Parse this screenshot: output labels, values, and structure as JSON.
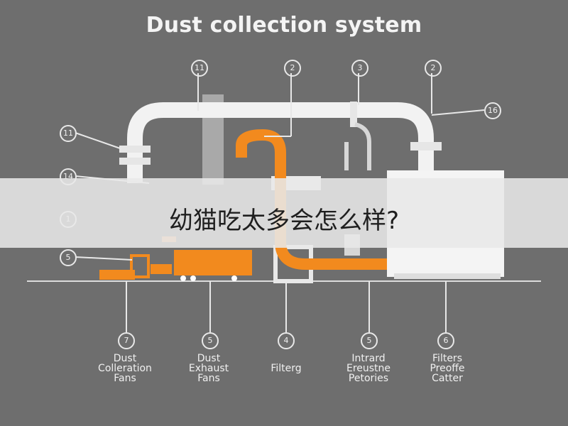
{
  "title": "Dust collection system",
  "overlay_text": "幼猫吃太多会怎么样?",
  "callouts_top": [
    "11",
    "2",
    "3",
    "2"
  ],
  "callout_right": "16",
  "callouts_left": [
    "11",
    "14",
    "1",
    "5"
  ],
  "callouts_bottom": [
    "7",
    "5",
    "4",
    "5",
    "6"
  ],
  "bottom_labels": [
    {
      "lines": [
        "Dust",
        "Colleration",
        "Fans"
      ]
    },
    {
      "lines": [
        "Dust",
        "Exhaust",
        "Fans"
      ]
    },
    {
      "lines": [
        "Filterg"
      ]
    },
    {
      "lines": [
        "Intrard",
        "Ereustne",
        "Petories"
      ]
    },
    {
      "lines": [
        "Filters",
        "Preoffe",
        "Catter"
      ]
    }
  ],
  "colors": {
    "background": "#6e6e6e",
    "pipe": "#f2f2f2",
    "accent": "#f28a1e",
    "overlay": "#e8e8e8"
  }
}
